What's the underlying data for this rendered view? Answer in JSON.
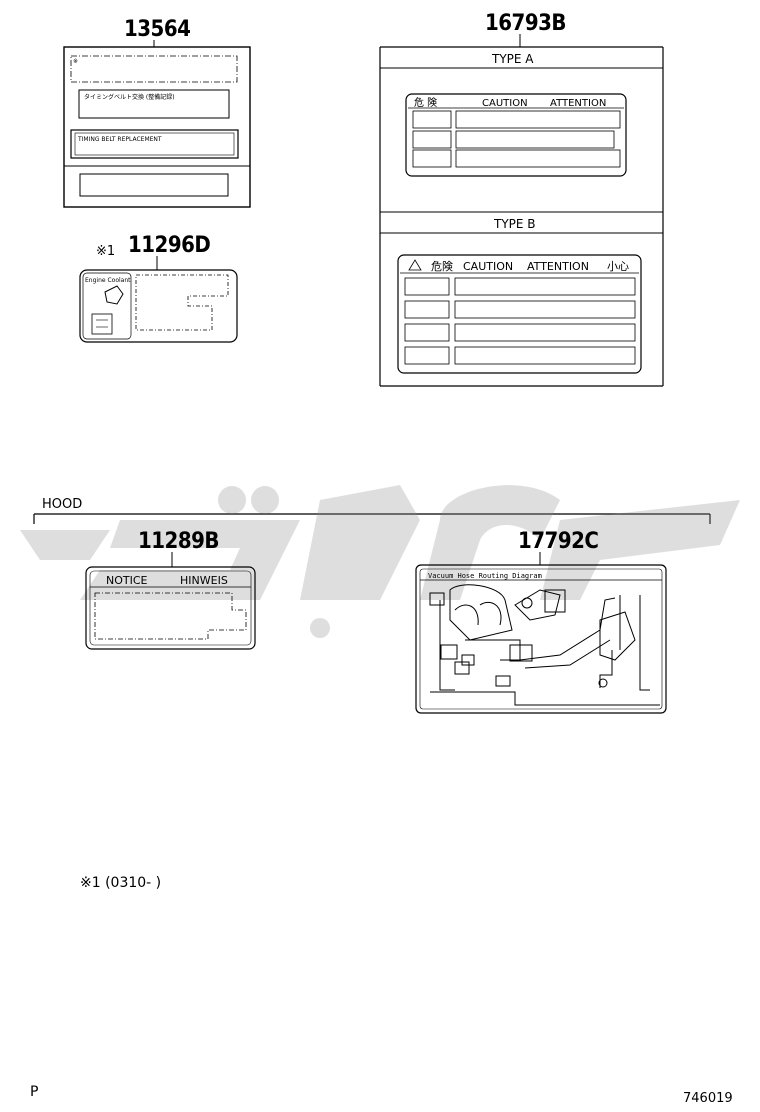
{
  "parts": {
    "p13564": "13564",
    "p16793b": "16793B",
    "p11296d": "11296D",
    "p11289b": "11289B",
    "p17792c": "17792C"
  },
  "note_mark": "※1",
  "type_a": "TYPE  A",
  "type_b": "TYPE  B",
  "caution_a": {
    "kiken": "危  険",
    "caution": "CAUTION",
    "attention": "ATTENTION"
  },
  "caution_b": {
    "kiken": "危険",
    "caution": "CAUTION",
    "attention": "ATTENTION",
    "xiaoxin": "小心"
  },
  "label13564": {
    "line2": "タイミングベルト交換   (整備記録)",
    "line3": "TIMING BELT REPLACEMENT"
  },
  "coolant": "Engine Coolant",
  "hood": "HOOD",
  "notice": "NOTICE",
  "hinweis": "HINWEIS",
  "vacuum": "Vacuum Hose Routing Diagram",
  "footnote": "※1 (0310-    )",
  "corner_left": "P",
  "corner_right": "746019"
}
